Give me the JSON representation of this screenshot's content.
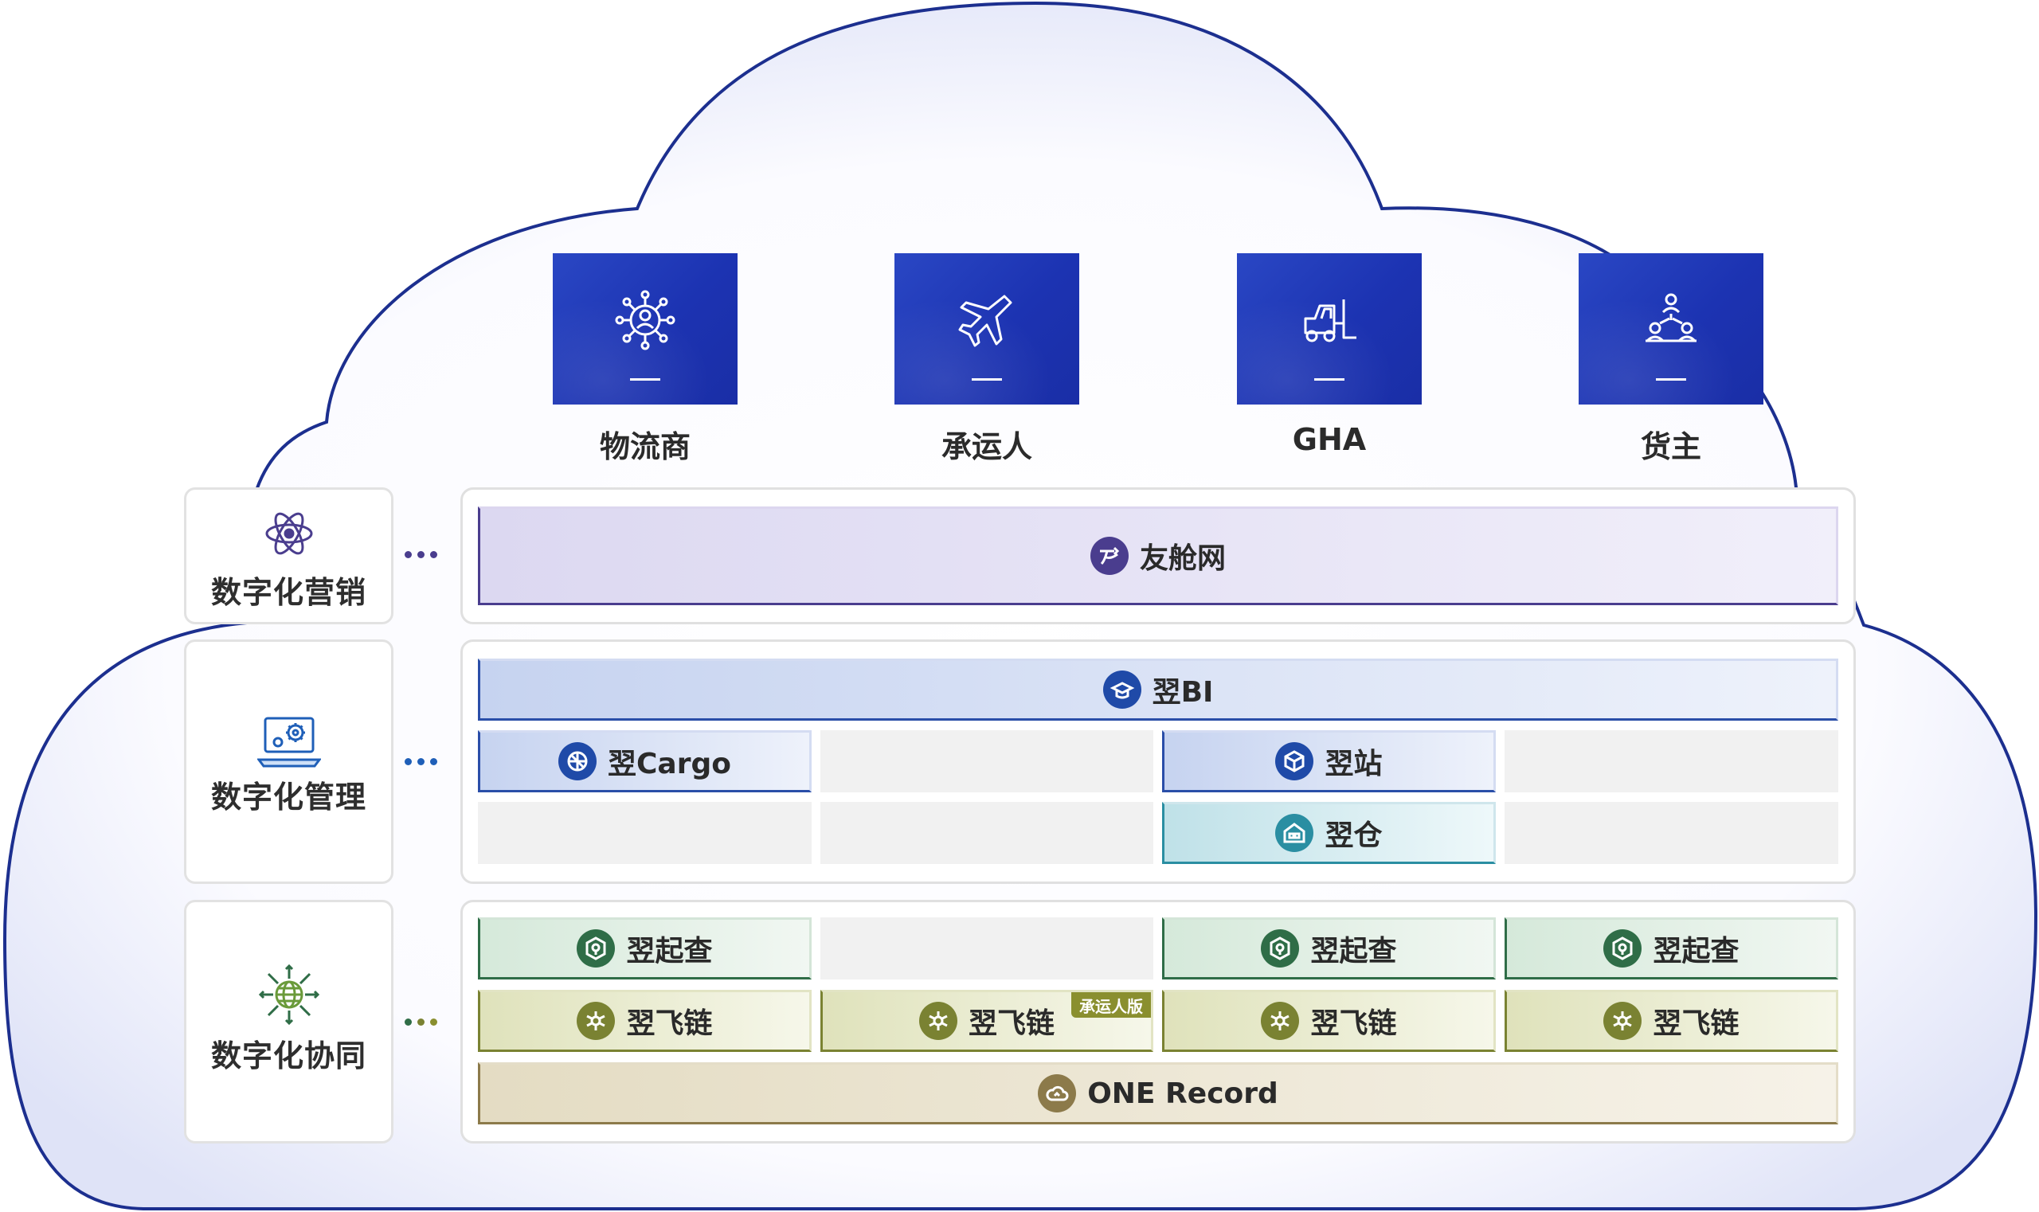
{
  "stakeholders": [
    {
      "label": "物流商",
      "icon": "network-person-icon"
    },
    {
      "label": "承运人",
      "icon": "airplane-icon"
    },
    {
      "label": "GHA",
      "icon": "forklift-icon"
    },
    {
      "label": "货主",
      "icon": "people-hierarchy-icon"
    }
  ],
  "categories": {
    "marketing": {
      "label": "数字化营销",
      "icon": "atom-icon",
      "color": "#4a3d8e"
    },
    "management": {
      "label": "数字化管理",
      "icon": "laptop-gear-icon",
      "color": "#1f5fb8"
    },
    "collaboration": {
      "label": "数字化协同",
      "icon": "globe-arrows-icon",
      "color": "#2f6d47"
    }
  },
  "products": {
    "youcangwang": "友舱网",
    "yi_bi": "翌BI",
    "yi_cargo": "翌Cargo",
    "yi_zhan": "翌站",
    "yi_cang": "翌仓",
    "yi_qicha": "翌起查",
    "yi_feilian": "翌飞链",
    "carrier_edition_tag": "承运人版",
    "one_record": "ONE Record"
  },
  "colors": {
    "tile_blue": "#1f35b5",
    "cloud_border": "#1c2f8f",
    "purple": "#4a3d8e",
    "blue": "#1f4aa8",
    "teal": "#2a8ea2",
    "green": "#2f6d47",
    "olive": "#7a8232",
    "khaki": "#8c7a4a"
  }
}
